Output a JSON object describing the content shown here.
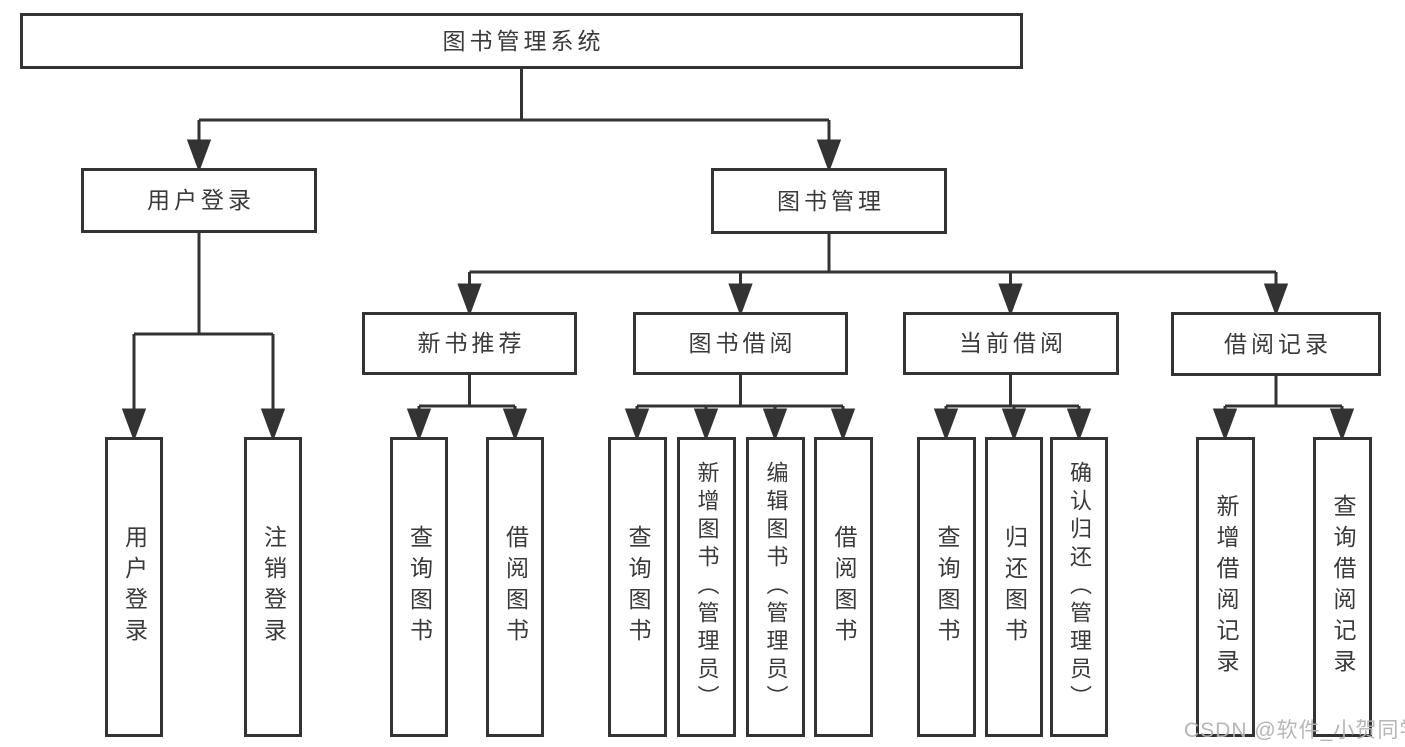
{
  "diagram": {
    "nodes": {
      "root": {
        "label": "图书管理系统"
      },
      "user_login_branch": {
        "label": "用户登录"
      },
      "book_mgmt_branch": {
        "label": "图书管理"
      },
      "new_book_recommend": {
        "label": "新书推荐"
      },
      "book_borrowing": {
        "label": "图书借阅"
      },
      "current_borrowing": {
        "label": "当前借阅"
      },
      "borrowing_records": {
        "label": "借阅记录"
      },
      "leaf_user_login": {
        "label": "用户登录"
      },
      "leaf_logout": {
        "label": "注销登录"
      },
      "leaf_nbr_query_books": {
        "label": "查询图书"
      },
      "leaf_nbr_borrow_books": {
        "label": "借阅图书"
      },
      "leaf_bb_query_books": {
        "label": "查询图书"
      },
      "leaf_bb_add_books": {
        "label": "新增图书（管理员）"
      },
      "leaf_bb_edit_books": {
        "label": "编辑图书（管理员）"
      },
      "leaf_bb_borrow_books": {
        "label": "借阅图书"
      },
      "leaf_cb_query_books": {
        "label": "查询图书"
      },
      "leaf_cb_return_books": {
        "label": "归还图书"
      },
      "leaf_cb_confirm_return": {
        "label": "确认归还（管理员）"
      },
      "leaf_br_add_record": {
        "label": "新增借阅记录"
      },
      "leaf_br_query_record": {
        "label": "查询借阅记录"
      }
    },
    "watermark": {
      "text": "CSDN @软件_小贺同学"
    },
    "colors": {
      "line": "#333333",
      "box_border": "#333333",
      "box_fill": "#ffffff",
      "text": "#3a3a3a",
      "watermark": "#b2b2b2"
    }
  }
}
